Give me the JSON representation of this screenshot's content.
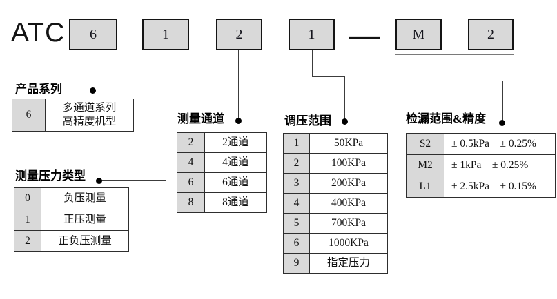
{
  "model_code": {
    "brand": "ATC",
    "digits": [
      "6",
      "1",
      "2",
      "1",
      "M",
      "2"
    ],
    "separator": "—"
  },
  "colors": {
    "box_fill": "#d9d9d9",
    "box_border": "#141414",
    "connector_line": "#3c3c3c",
    "table_border": "#2e2e2e",
    "background": "#ffffff"
  },
  "sections": [
    {
      "title": "产品系列",
      "rows": [
        {
          "code": "6",
          "label": "多通道系列\n高精度机型"
        }
      ]
    },
    {
      "title": "测量压力类型",
      "rows": [
        {
          "code": "0",
          "label": "负压测量"
        },
        {
          "code": "1",
          "label": "正压测量"
        },
        {
          "code": "2",
          "label": "正负压测量"
        }
      ]
    },
    {
      "title": "测量通道",
      "rows": [
        {
          "code": "2",
          "label": "2通道"
        },
        {
          "code": "4",
          "label": "4通道"
        },
        {
          "code": "6",
          "label": "6通道"
        },
        {
          "code": "8",
          "label": "8通道"
        }
      ]
    },
    {
      "title": "调压范围",
      "rows": [
        {
          "code": "1",
          "label": "50KPa"
        },
        {
          "code": "2",
          "label": "100KPa"
        },
        {
          "code": "3",
          "label": "200KPa"
        },
        {
          "code": "4",
          "label": "400KPa"
        },
        {
          "code": "5",
          "label": "700KPa"
        },
        {
          "code": "6",
          "label": "1000KPa"
        },
        {
          "code": "9",
          "label": "指定压力"
        }
      ]
    },
    {
      "title": "检漏范围&精度",
      "rows": [
        {
          "code": "S2",
          "label": "± 0.5kPa　± 0.25%"
        },
        {
          "code": "M2",
          "label": "± 1kPa　± 0.25%"
        },
        {
          "code": "L1",
          "label": "± 2.5kPa　± 0.15%"
        }
      ]
    }
  ]
}
